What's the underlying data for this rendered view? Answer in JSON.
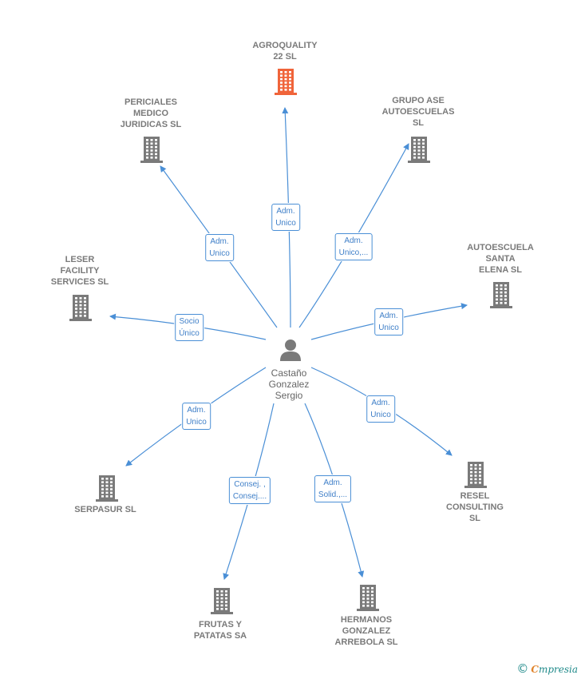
{
  "center": {
    "label": "Castaño\nGonzalez\nSergio",
    "icon": "person-icon"
  },
  "nodes": [
    {
      "id": "agroquality",
      "label": "AGROQUALITY\n22  SL",
      "color": "#f0643a",
      "highlight": true
    },
    {
      "id": "periciales",
      "label": "PERICIALES\nMEDICO\nJURIDICAS SL",
      "color": "#7a7a7a"
    },
    {
      "id": "grupo-ase",
      "label": "GRUPO ASE\nAUTOESCUELAS\nSL",
      "color": "#7a7a7a"
    },
    {
      "id": "autoescuela",
      "label": "AUTOESCUELA\nSANTA\nELENA SL",
      "color": "#7a7a7a"
    },
    {
      "id": "leser",
      "label": "LESER\nFACILITY\nSERVICES  SL",
      "color": "#7a7a7a"
    },
    {
      "id": "serpasur",
      "label": "SERPASUR  SL",
      "color": "#7a7a7a"
    },
    {
      "id": "frutas",
      "label": "FRUTAS Y\nPATATAS SA",
      "color": "#7a7a7a"
    },
    {
      "id": "hermanos",
      "label": "HERMANOS\nGONZALEZ\nARREBOLA SL",
      "color": "#7a7a7a"
    },
    {
      "id": "resel",
      "label": "RESEL\nCONSULTING\nSL",
      "color": "#7a7a7a"
    }
  ],
  "edges": [
    {
      "to": "agroquality",
      "label": "Adm.\nUnico"
    },
    {
      "to": "periciales",
      "label": "Adm.\nUnico"
    },
    {
      "to": "grupo-ase",
      "label": "Adm.\nUnico,..."
    },
    {
      "to": "autoescuela",
      "label": "Adm.\nUnico"
    },
    {
      "to": "leser",
      "label": "Socio\nÚnico"
    },
    {
      "to": "serpasur",
      "label": "Adm.\nUnico"
    },
    {
      "to": "frutas",
      "label": "Consej. ,\nConsej...."
    },
    {
      "to": "hermanos",
      "label": "Adm.\nSolid.,..."
    },
    {
      "to": "resel",
      "label": "Adm.\nUnico"
    }
  ],
  "colors": {
    "edge": "#4a8fd6",
    "building": "#7a7a7a",
    "highlight": "#f0643a",
    "person": "#7a7a7a"
  },
  "brand": {
    "copyright": "©",
    "initial": "C",
    "name": "mpresia"
  }
}
